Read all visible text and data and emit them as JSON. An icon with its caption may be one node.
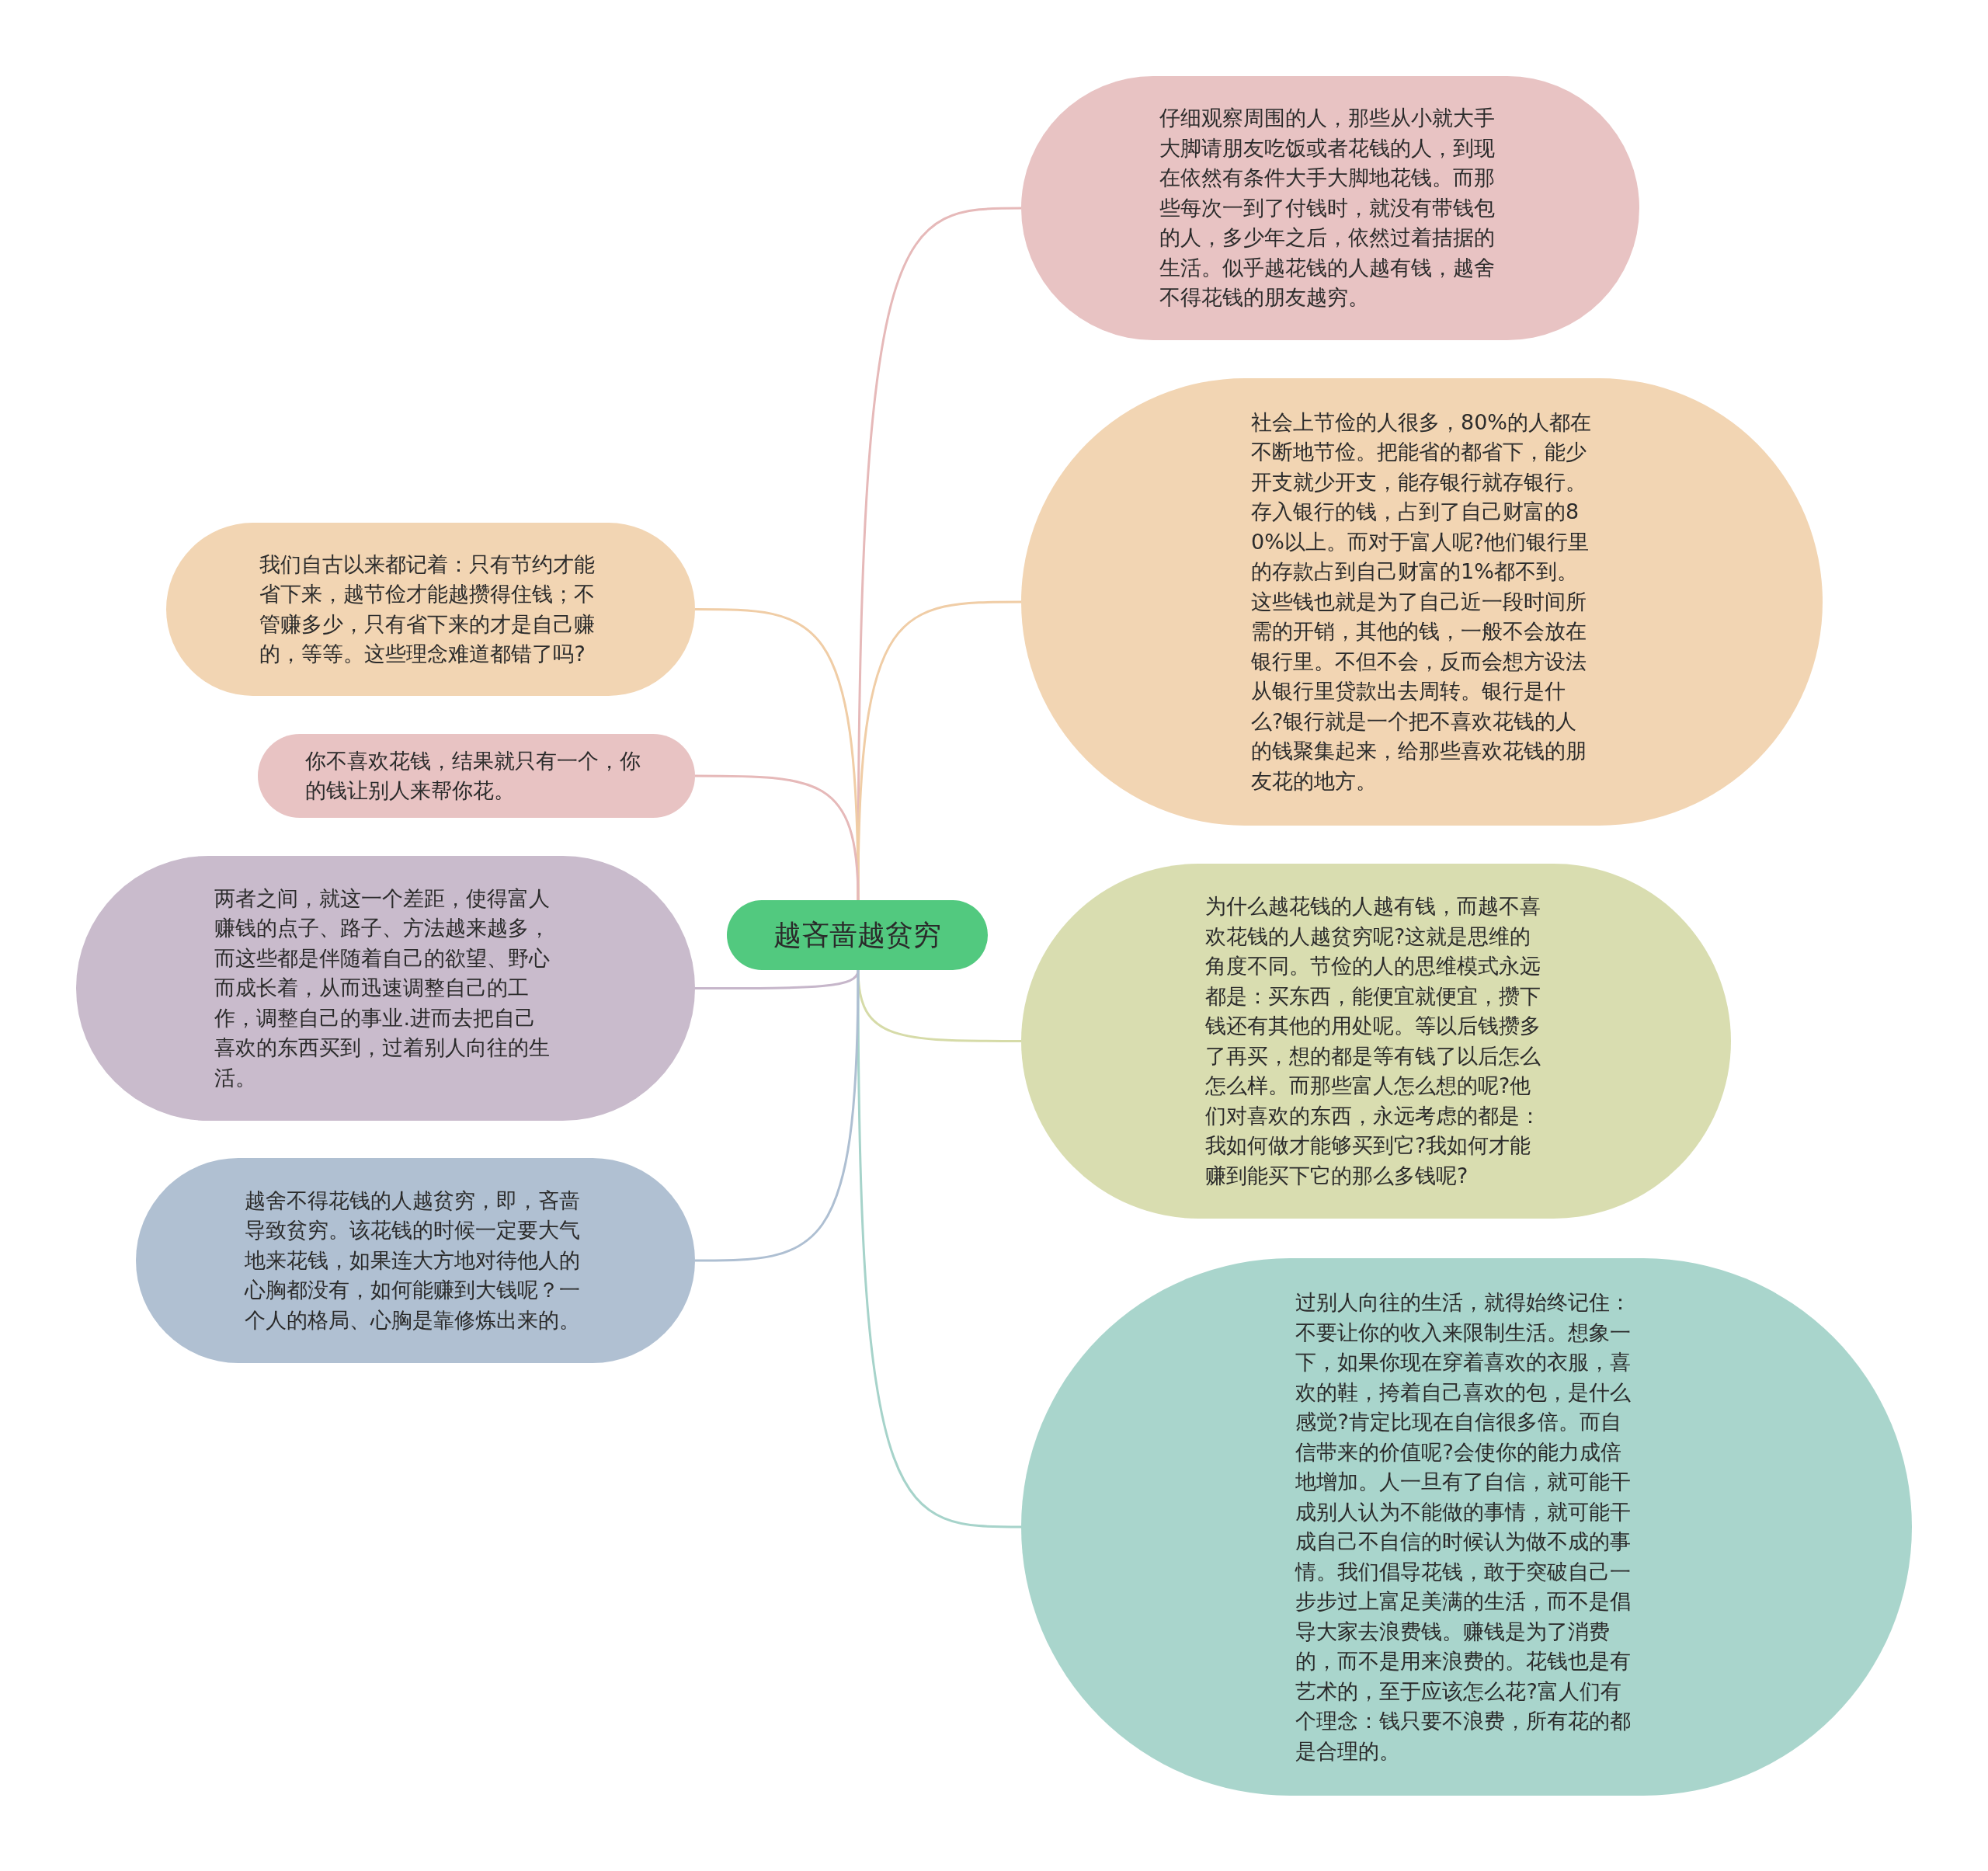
{
  "diagram": {
    "nodes": [
      {
        "text": [
          "越吝啬越贫穷"
        ]
      },
      {
        "text": [
          "仔细观察周围的人，那些从小就大手大脚请朋友吃饭或者花钱的人，到现在依然有条件大手大脚地花钱。而那些每次一到了付钱时，就没有带钱包的人，多少年之后，依然过着拮据的生活。似乎越花钱的人越有钱，越舍不得花钱的朋友越穷。"
        ]
      },
      {
        "text": [
          "社会上节俭的人很多，80%的人都在不断地节俭。把能省的都省下，能少开支就少开支，能存银行就存银行。存入银行的钱，占到了自己财富的80%以上。而对于富人呢?他们银行里的存款占到自己财富的1%都不到。这些钱也就是为了自己近一段时间所需的开销，其他的钱，一般不会放在银行里。不但不会，反而会想方设法从银行里贷款出去周转。银行是什么?银行就是一个把不喜欢花钱的人的钱聚集起来，给那些喜欢花钱的朋友花的地方。"
        ]
      },
      {
        "text": [
          "为什么越花钱的人越有钱，而越不喜欢花钱的人越贫穷呢?这就是思维的角度不同。节俭的人的思维模式永远都是：买东西，能便宜就便宜，攒下钱还有其他的用处呢。等以后钱攒多了再买，想的都是等有钱了以后怎么怎么样。而那些富人怎么想的呢?他们对喜欢的东西，永远考虑的都是：我如何做才能够买到它?我如何才能赚到能买下它的那么多钱呢?"
        ]
      },
      {
        "text": [
          "过别人向往的生活，就得始终记住：不要让你的收入来限制生活。想象一下，如果你现在穿着喜欢的衣服，喜欢的鞋，挎着自己喜欢的包，是什么感觉?肯定比现在自信很多倍。而自信带来的价值呢?会使你的能力成倍地增加。人一旦有了自信，就可能干成别人认为不能做的事情，就可能干成自己不自信的时候认为做不成的事情。我们倡导花钱，敢于突破自己一步步过上富足美满的生活，而不是倡导大家去浪费钱。赚钱是为了消费的，而不是用来浪费的。花钱也是有艺术的，至于应该怎么花?富人们有个理念：钱只要不浪费，所有花的都是合理的。"
        ]
      },
      {
        "text": [
          "我们自古以来都记着：只有节约才能省下来，越节俭才能越攒得住钱；不管赚多少，只有省下来的才是自己赚的，等等。这些理念难道都错了吗?"
        ]
      },
      {
        "text": [
          "你不喜欢花钱，结果就只有一个，你的钱让别人来帮你花。"
        ]
      },
      {
        "text": [
          "两者之间，就这一个差距，使得富人赚钱的点子、路子、方法越来越多，而这些都是伴随着自己的欲望、野心而成长着，从而迅速调整自己的工作，调整自己的事业.进而去把自己喜欢的东西买到，过着别人向往的生活。"
        ]
      },
      {
        "text": [
          "越舍不得花钱的人越贫穷，即，吝啬导致贫穷。该花钱的时候一定要大气地来花钱，如果连大方地对待他人的心胸都没有，如何能赚到大钱呢？一个人的格局、心胸是靠修炼出来的。"
        ]
      }
    ],
    "edges": [
      {
        "from": 0,
        "to": 1,
        "arrow": "none",
        "color": "#e6b9b9"
      },
      {
        "from": 0,
        "to": 2,
        "arrow": "none",
        "color": "#f0cda6"
      },
      {
        "from": 0,
        "to": 3,
        "arrow": "none",
        "color": "#d6dba8"
      },
      {
        "from": 0,
        "to": 4,
        "arrow": "none",
        "color": "#a6d3ca"
      },
      {
        "from": 0,
        "to": 5,
        "arrow": "none",
        "color": "#f0cda6"
      },
      {
        "from": 0,
        "to": 6,
        "arrow": "none",
        "color": "#e6b9b9"
      },
      {
        "from": 0,
        "to": 7,
        "arrow": "none",
        "color": "#c6b6ca"
      },
      {
        "from": 0,
        "to": 8,
        "arrow": "none",
        "color": "#aebfd2"
      }
    ]
  }
}
